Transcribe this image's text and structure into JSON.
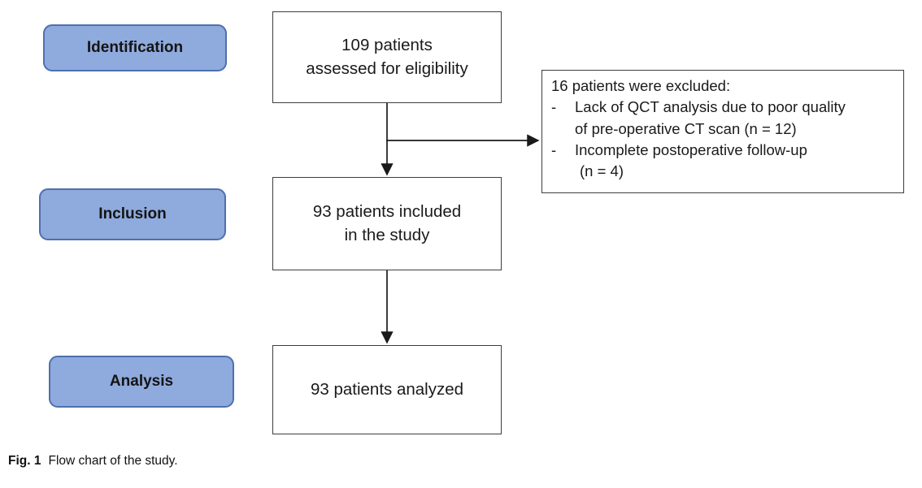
{
  "flowchart": {
    "stages": [
      {
        "label": "Identification"
      },
      {
        "label": "Inclusion"
      },
      {
        "label": "Analysis"
      }
    ],
    "steps": [
      {
        "lines": [
          "109 patients",
          "assessed for eligibility"
        ]
      },
      {
        "lines": [
          "93 patients included",
          "in the study"
        ]
      },
      {
        "lines": [
          "93 patients analyzed"
        ]
      }
    ],
    "exclusion": {
      "title": "16 patients were excluded:",
      "bullet": "-",
      "reasons": [
        {
          "line1": "Lack of QCT analysis due to poor quality",
          "line2": "of pre-operative CT scan (n = 12)"
        },
        {
          "line1": "Incomplete postoperative follow-up",
          "line2": "(n = 4)"
        }
      ]
    },
    "counts": {
      "assessed": 109,
      "excluded_total": 16,
      "excluded_qct_quality": 12,
      "excluded_incomplete_followup": 4,
      "included": 93,
      "analyzed": 93
    }
  },
  "caption": {
    "label": "Fig. 1",
    "text": "Flow chart of the study."
  },
  "colors": {
    "stage_fill": "#8faadc",
    "stage_border": "#4e70ae",
    "box_border": "#3d3d3d",
    "line_color": "#1a1a1a"
  }
}
